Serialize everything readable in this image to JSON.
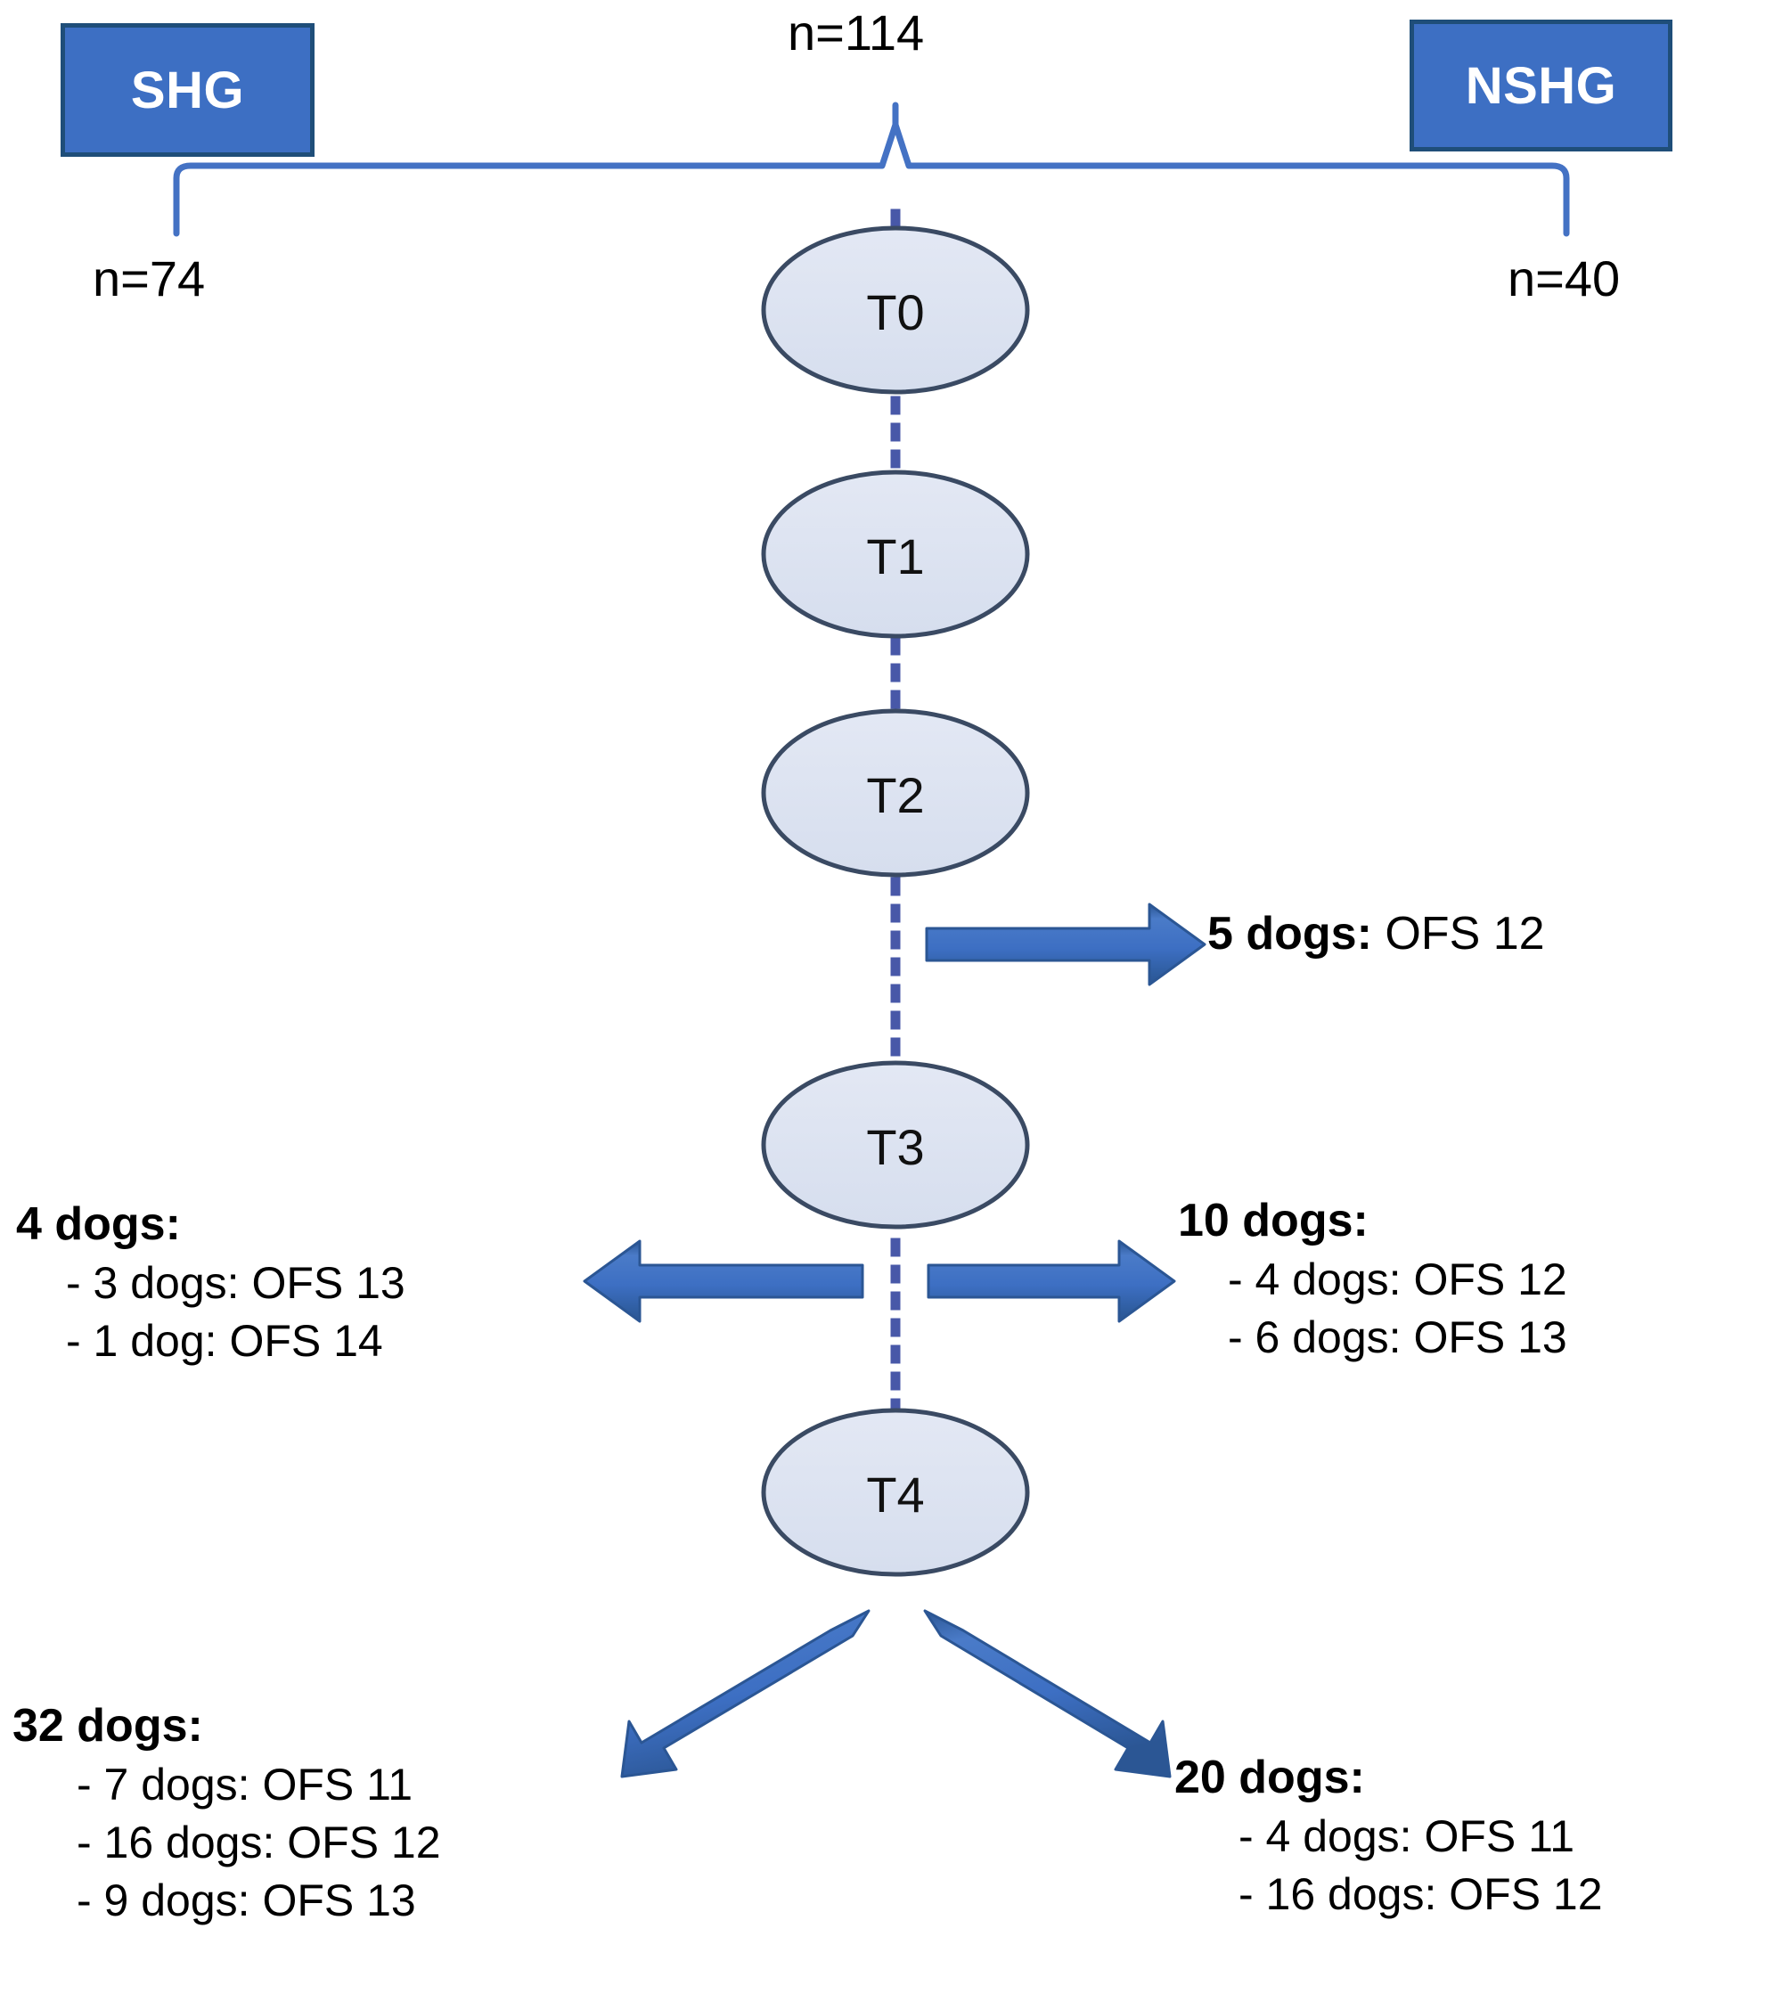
{
  "diagram": {
    "title_total": "n=114",
    "groups": [
      {
        "code": "SHG",
        "label": "SHG",
        "n": "n=74"
      },
      {
        "code": "NSHG",
        "label": "NSHG",
        "n": "n=40"
      }
    ],
    "timepoints": [
      {
        "id": "T0",
        "label": "T0"
      },
      {
        "id": "T1",
        "label": "T1"
      },
      {
        "id": "T2",
        "label": "T2"
      },
      {
        "id": "T3",
        "label": "T3"
      },
      {
        "id": "T4",
        "label": "T4"
      }
    ],
    "outcomes": {
      "t2_right": {
        "head": "5 dogs:",
        "value": "OFS 12"
      },
      "t3_left": {
        "head": "4 dogs:",
        "items": [
          "- 3 dogs: OFS 13",
          "- 1 dog: OFS 14"
        ]
      },
      "t3_right": {
        "head": "10 dogs:",
        "items": [
          "- 4 dogs: OFS 12",
          "- 6 dogs: OFS 13"
        ]
      },
      "t4_left": {
        "head": "32 dogs:",
        "items": [
          "- 7 dogs: OFS 11",
          "- 16 dogs: OFS 12",
          "- 9 dogs: OFS 13"
        ]
      },
      "t4_right": {
        "head": "20 dogs:",
        "items": [
          "- 4 dogs: OFS 11",
          "- 16 dogs: OFS 12"
        ]
      }
    },
    "colors": {
      "box_fill": "#3D6FC3",
      "box_border": "#1F4E79",
      "ellipse_fill": "#DDE3F0",
      "ellipse_border": "#3A4A63",
      "arrow_fill": "#3D6FC3",
      "arrow_edge": "#2B5694",
      "bracket": "#4472C4",
      "dotted": "#4858A8",
      "text": "#000000"
    }
  }
}
